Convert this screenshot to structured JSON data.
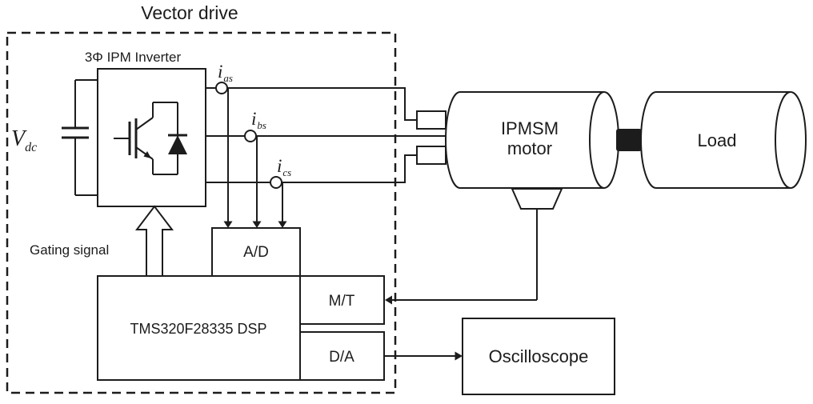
{
  "diagram_title": "Vector drive",
  "inverter": {
    "label": "3Φ IPM Inverter"
  },
  "vdc": {
    "base": "V",
    "sub": "dc"
  },
  "gating": {
    "label": "Gating signal"
  },
  "blocks": {
    "ad": {
      "label": "A/D"
    },
    "dsp": {
      "label": "TMS320F28335 DSP"
    },
    "mt": {
      "label": "M/T"
    },
    "da": {
      "label": "D/A"
    },
    "oscilloscope": {
      "label": "Oscilloscope"
    },
    "motor": {
      "line1": "IPMSM",
      "line2": "motor"
    },
    "load": {
      "label": "Load"
    }
  },
  "currents": [
    {
      "base": "i",
      "sub": "as"
    },
    {
      "base": "i",
      "sub": "bs"
    },
    {
      "base": "i",
      "sub": "cs"
    }
  ],
  "colors": {
    "stroke": "#1c1c1c",
    "background": "#ffffff"
  }
}
